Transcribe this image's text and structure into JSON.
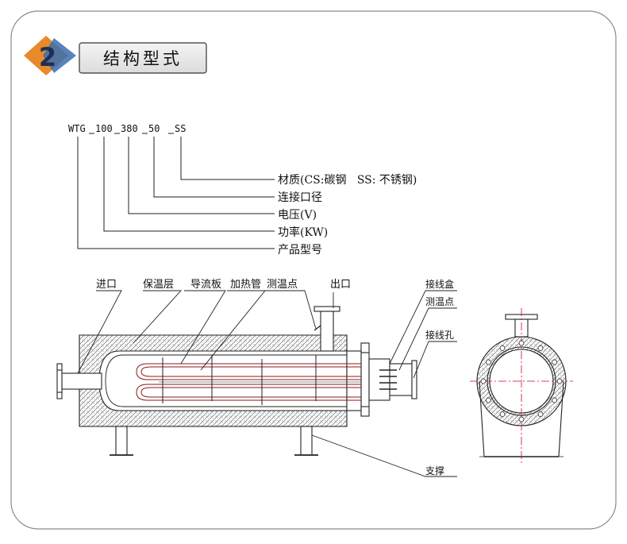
{
  "header": {
    "number": "2",
    "title": "结构型式",
    "colors": {
      "orange": "#e8892b",
      "blue": "#3a6fb0",
      "box_fill": "#e9e9e9"
    }
  },
  "model_code": {
    "segments": [
      "WTG",
      "100",
      "380",
      "50",
      "SS"
    ],
    "legend": [
      "材质(CS:碳钢   SS: 不锈钢)",
      "连接口径",
      "电压(V)",
      "功率(KW)",
      "产品型号"
    ]
  },
  "drawing": {
    "labels": {
      "inlet": "进口",
      "insulation": "保温层",
      "baffle": "导流板",
      "heating_tube": "加热管",
      "temp_point_top": "测温点",
      "outlet": "出口",
      "junction_box": "接线盒",
      "temp_point_side": "测温点",
      "wiring_hole": "接线孔",
      "support": "支撑"
    },
    "colors": {
      "line": "#222222",
      "hatch": "#555555",
      "tube": "#c0392b",
      "center": "#d0021b"
    }
  }
}
